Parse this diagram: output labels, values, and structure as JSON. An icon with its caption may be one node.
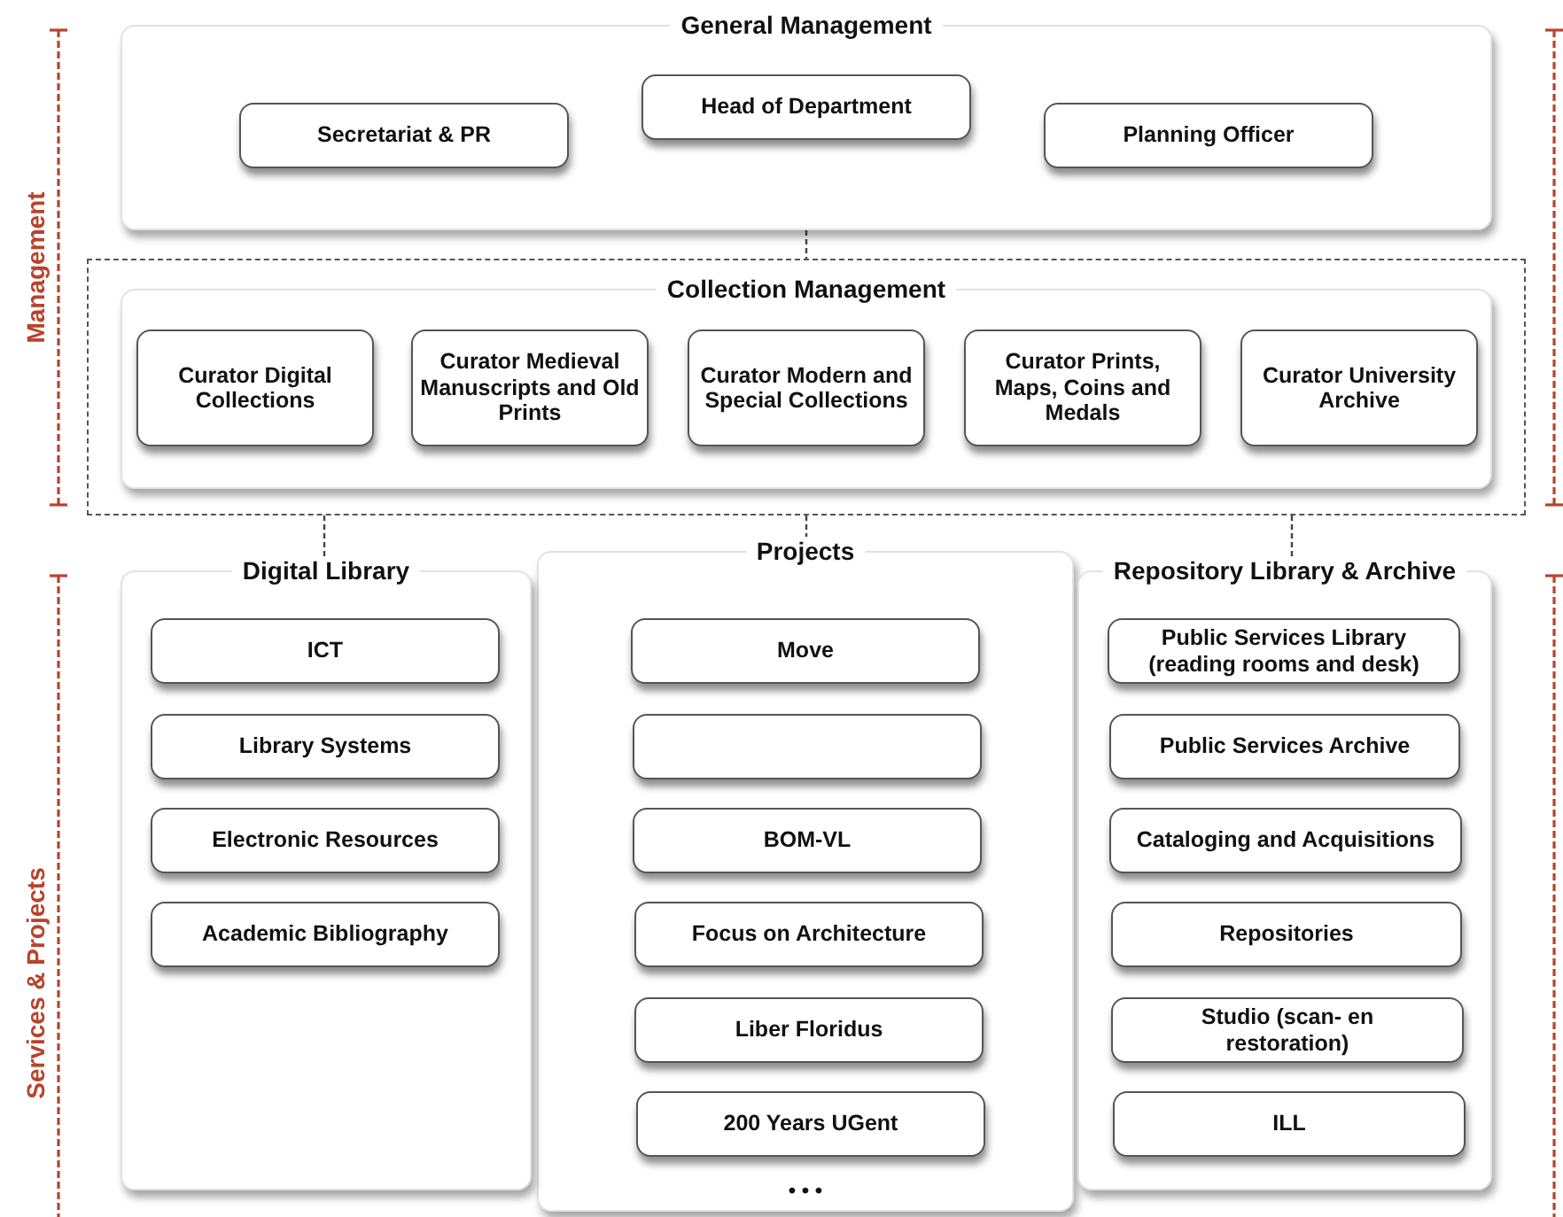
{
  "diagram": {
    "nodes": [
      {
        "text": [
          "General Management"
        ]
      },
      {
        "text": [
          "Secretariat & PR"
        ],
        "in": 0
      },
      {
        "text": [
          "Head of Department"
        ],
        "in": 0
      },
      {
        "text": [
          "Planning Officer"
        ],
        "in": 0
      },
      {
        "text": [],
        "shape": "box"
      },
      {
        "text": [
          "Collection Management"
        ],
        "in": 4
      },
      {
        "text": [
          "Curator Digital Collections"
        ],
        "in": 5
      },
      {
        "text": [
          "Curator Medieval Manuscripts and Old Prints"
        ],
        "in": 5
      },
      {
        "text": [
          "Curator Modern and Special Collections"
        ],
        "in": 5
      },
      {
        "text": [
          "Curator Prints, Maps, Coins and Medals"
        ],
        "in": 5
      },
      {
        "text": [
          "Curator University Archive"
        ],
        "in": 5
      },
      {
        "text": [
          "Digital Library"
        ]
      },
      {
        "text": [
          "ICT"
        ],
        "in": 11
      },
      {
        "text": [
          "Library Systems"
        ],
        "in": 11
      },
      {
        "text": [
          "Electronic Resources"
        ],
        "in": 11
      },
      {
        "text": [
          "Academic Bibliography"
        ],
        "in": 11
      },
      {
        "text": [
          "Projects",
          "• • •"
        ]
      },
      {
        "text": [
          "Move"
        ],
        "in": 16
      },
      {
        "text": [],
        "shape": "box",
        "in": 16
      },
      {
        "text": [
          "BOM-VL"
        ],
        "in": 16
      },
      {
        "text": [
          "Focus on Architecture"
        ],
        "in": 16
      },
      {
        "text": [
          "Liber Floridus"
        ],
        "in": 16
      },
      {
        "text": [
          "200 Years UGent"
        ],
        "in": 16
      },
      {
        "text": [
          "Repository Library & Archive"
        ]
      },
      {
        "text": [
          "Public Services Library (reading rooms and desk)"
        ],
        "in": 23
      },
      {
        "text": [
          "Public Services Archive"
        ],
        "in": 23
      },
      {
        "text": [
          "Cataloging and Acquisitions"
        ],
        "in": 23
      },
      {
        "text": [
          "Repositories"
        ],
        "in": 23
      },
      {
        "text": [
          "Studio (scan- en restoration)"
        ],
        "in": 23
      },
      {
        "text": [
          "ILL"
        ],
        "in": 23
      }
    ],
    "edges": [
      {
        "from": 0,
        "to": 4,
        "arrow": "none",
        "style": "dashed"
      },
      {
        "from": 4,
        "to": 11,
        "arrow": "none",
        "style": "dashed"
      },
      {
        "from": 4,
        "to": 16,
        "arrow": "none",
        "style": "dashed"
      },
      {
        "from": 4,
        "to": 23,
        "arrow": "none",
        "style": "dashed"
      }
    ],
    "labels": [
      "Management",
      "Services & Projects"
    ]
  }
}
